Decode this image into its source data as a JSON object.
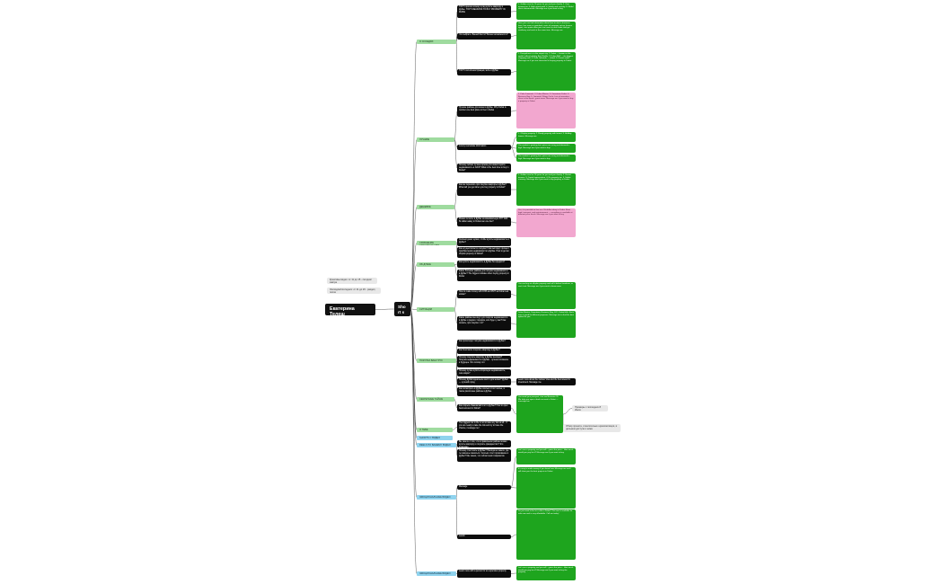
{
  "root": "Екатерина Телеш",
  "hub": "Short s",
  "notes": {
    "left1": "Креативы видео: от 11 до 15 - сегодня/завтра",
    "left2": "Эпизодов/последних: от 11 до 20 - раздел, после",
    "right1": "Примеры с последних 8 Июля",
    "right2": "Обзор проекта, относительно шумоизоляции, в дальнем доступе и ниже"
  },
  "categories": {
    "sosedi": "О СОСЕДЯХ",
    "luchshie": "ЛУЧШИЕ",
    "deshevle": "ДЕШЕВЛЕ",
    "sravnenie": "СРАВНЕНИЕ СТРОИТЕЛЬСТВА",
    "dubai": "ОБ ДУБАЕ",
    "situacii": "СИТУАЦИИ",
    "pokupka": "ПОКУПКА ВАШ ГРУЗ",
    "sekretnye": "СЕКРЕТНЫЕ ТАЙНЫ",
    "ttebe": "О ТЕБЕ",
    "shorts1": "SHORTS С ВИДЕО",
    "reels": "REELS ПО ВАШЕМУ ВИДЕО",
    "emocionalnye": "ЭМОЦИОНАЛЬНЫЕ ВИДЕО",
    "emocionalnye2": "ЭМОЦИОНАЛЬНЫЕ ВИДЕО"
  },
  "questions": {
    "q1": "TOP 5 причин почему я рад купить квартиру в Дубае. TOP 5 REASONS TO BUY PROPERTY IN DUBAI",
    "q2": "Что выбрать: Вашей Мести? Бизнес-возможности?",
    "q3": "TOP 5 гостей-иностранцев, жить в Дубае",
    "q4": "Лучшие районы для жизни в Дубае. Why Dubai is number one best place to live in Dubai",
    "q5": "Luxury real estate information",
    "q6": "Почему сейчас лучшее время для инвестиций в недвижимость в ОАЭ? What is the best time to buy in Dubai?",
    "q7": "Как же переехать при покупке квартиры в Дубае? What will you get when you buy property in Dubai?",
    "q8": "Можно ли жить в Дубае на минимальную ЗП? With 5k dollar salary in Dubai can one live?",
    "q9": "Сколько денег нужно, чтобы купить недвижимость в Дубае?",
    "q10": "Как осуществляется покупка? Как выглядит процесс приобретения недвижимости в Дубае. How to get an off-plan property in Dubai?",
    "q11": "Как купить недвижимость в Дубае без кредита?",
    "q12": "Какие большие районы для покупки недвижимости в Дубае? The biggest mistake when buying property in Dubai",
    "q13": "How to make money with DXB and PMT as Dubai real estate?",
    "q14": "Какие районы мы ищут для покупки недвижимости в Дубае и рядом с городом, или будет у вас? Как сказать, при покупке что?",
    "q15": "Как происходит покупка недвижимости в Дубае?",
    "q16": "Как безопасно покупать квартиру в Дубае?",
    "q17": "Почему покупать квартиру в Дубае выгодно? Покупка недвижимости в Дубае - лучшее вложение в будущее. Это потому что",
    "q18": "Почему лучше купить вторичную недвижимость, чем новую?",
    "q19": "Почему Дубай идеальное место для жизни? Дубай — лучший город",
    "q20": "Как посмотреть в Дубае сколько стоит жилье, а также различные районы в Дубае.",
    "q21": "Как открыть банковский счёт в Дубае? How to open bank account in Dubai?",
    "q22": "The biggest risk in life is not to take any risk at all... if you are ready to take the risk and try to have the chance, message me!",
    "q23": "Вы знаете о том, что в правильном районе можно купить квартиру и получить гражданство? Это возможно",
    "q24": "Почему стоит жить в Дубае? Никогда не знаете, где ты можешь оказаться. Сколько стоит проживание в Дубае? Мы знаем, что сейчас много вариантов.",
    "q25": "Message",
    "q26": "Lavish",
    "q27": "Learn more with a person for an expensive property"
  },
  "answers": {
    "a1": "1. Golden visa for 10 years for you and your family. 2. Zero income tax. 3. High rental yield. 4. Safety and security. 5. World class infrastructure. Message me if you want to buy.",
    "a2": "Here you can find information about how to start a business here, free zone vs mainland, costs of company set-up, licence types, visa quota. Also you can invest in real estate and get residency and work at the same time. Message me.",
    "a3": "1. Everywhere is in the airport city. 2. Dubai — known as the world's tallest building Burj Khalifa. 3. Dubai Mall — the biggest shopping mall. 4. Palm Jumeirah — island. 5. Desert safari. Message me if you are interested in buying property in Dubai.",
    "a4": "1. Palm Jumeirah. 2. Dubai Marina. 3. Downtown Dubai. 4. Business Bay. 5. Jumeirah Village Circle. Lots of amenities, close to the beach, great views. Message me if you want to buy a property in Dubai.",
    "a5": "1. Off-plan property. 2. Ready property with tenant. 3. Holiday homes. Message me.",
    "a6": "The market is growing fast, prices are rising and demand is high. Message me if you want to buy.",
    "a7": "1. Golden visa for 10 years for you and your family. 2. Rental income. 3. Capital appreciation. 4. No property tax. 5. Stable currency. Message me if you want to buy property in Dubai.",
    "a8": "Yes, it is possible to live on a 5k dollar salary in Dubai. Rent, food, transport, and entertainment — everything is available at different price levels. Message me if you want to buy.",
    "a9": "The first step is to find a good property. We help you with that and the whole process from booking to handover. Message me if you want to buy.",
    "a10": "Step 1 — choose the project. Step 2 — pay the booking. Step 3 — sign the SPA. Step 4 — register with DLD. Message me.",
    "a11": "You can buy with a payment plan directly from the developer. Message me if you want to buy property in Dubai.",
    "a12": "Buying only because of low price, not checking the developer, not reading the contract. Message me.",
    "a13": "You can buy an off-plan property and sell it before handover, or rent it out. Message me if you want to know more.",
    "a14": "Dubai Marina, Downtown, Business Bay, JVC, Dubai Hills. Each area is good for different purposes. Message me to find the best option for you.",
    "a15": "Learn more about the Golden Visa and the best areas for investment. Message me.",
    "a16": "You need your passport, visa and Emirates ID. We help you open a bank account in Dubai — message me.",
    "a17": "Let's see a property and you will... guess the price... How much would you pay for it? Message me if you want to buy.",
    "a18": "It's easy to make money if you know how. Message me and I will show you the best projects in Dubai.",
    "a19": "Do you want to live in a villa in Dubai? This one is available for sale now and is very affordable. Call me today!",
    "a20": "Let's see a property and you will... guess the price... How much would you pay for it? Message me if you want to buy the property."
  }
}
